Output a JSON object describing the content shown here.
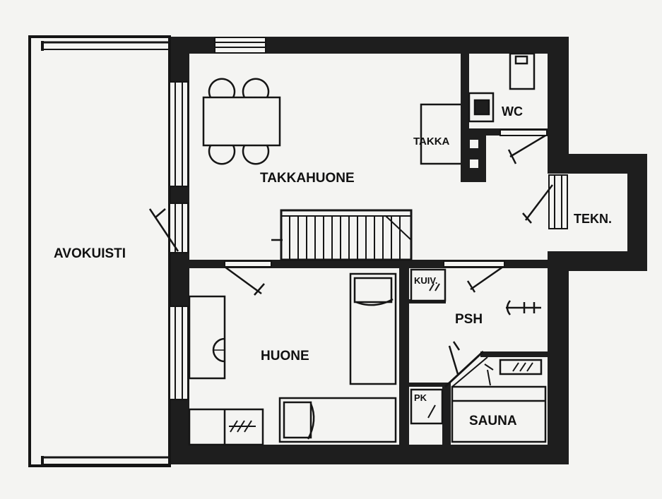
{
  "rooms": {
    "avokuisti": "AVOKUISTI",
    "takkahuone": "TAKKAHUONE",
    "takka": "TAKKA",
    "wc": "WC",
    "tekn": "TEKN.",
    "huone": "HUONE",
    "psh": "PSH",
    "kuiv": "KUIV.",
    "pk": "PK",
    "sauna": "SAUNA"
  },
  "colors": {
    "wall": "#1e1e1e",
    "paper": "#f4f4f2",
    "line": "#151515"
  }
}
